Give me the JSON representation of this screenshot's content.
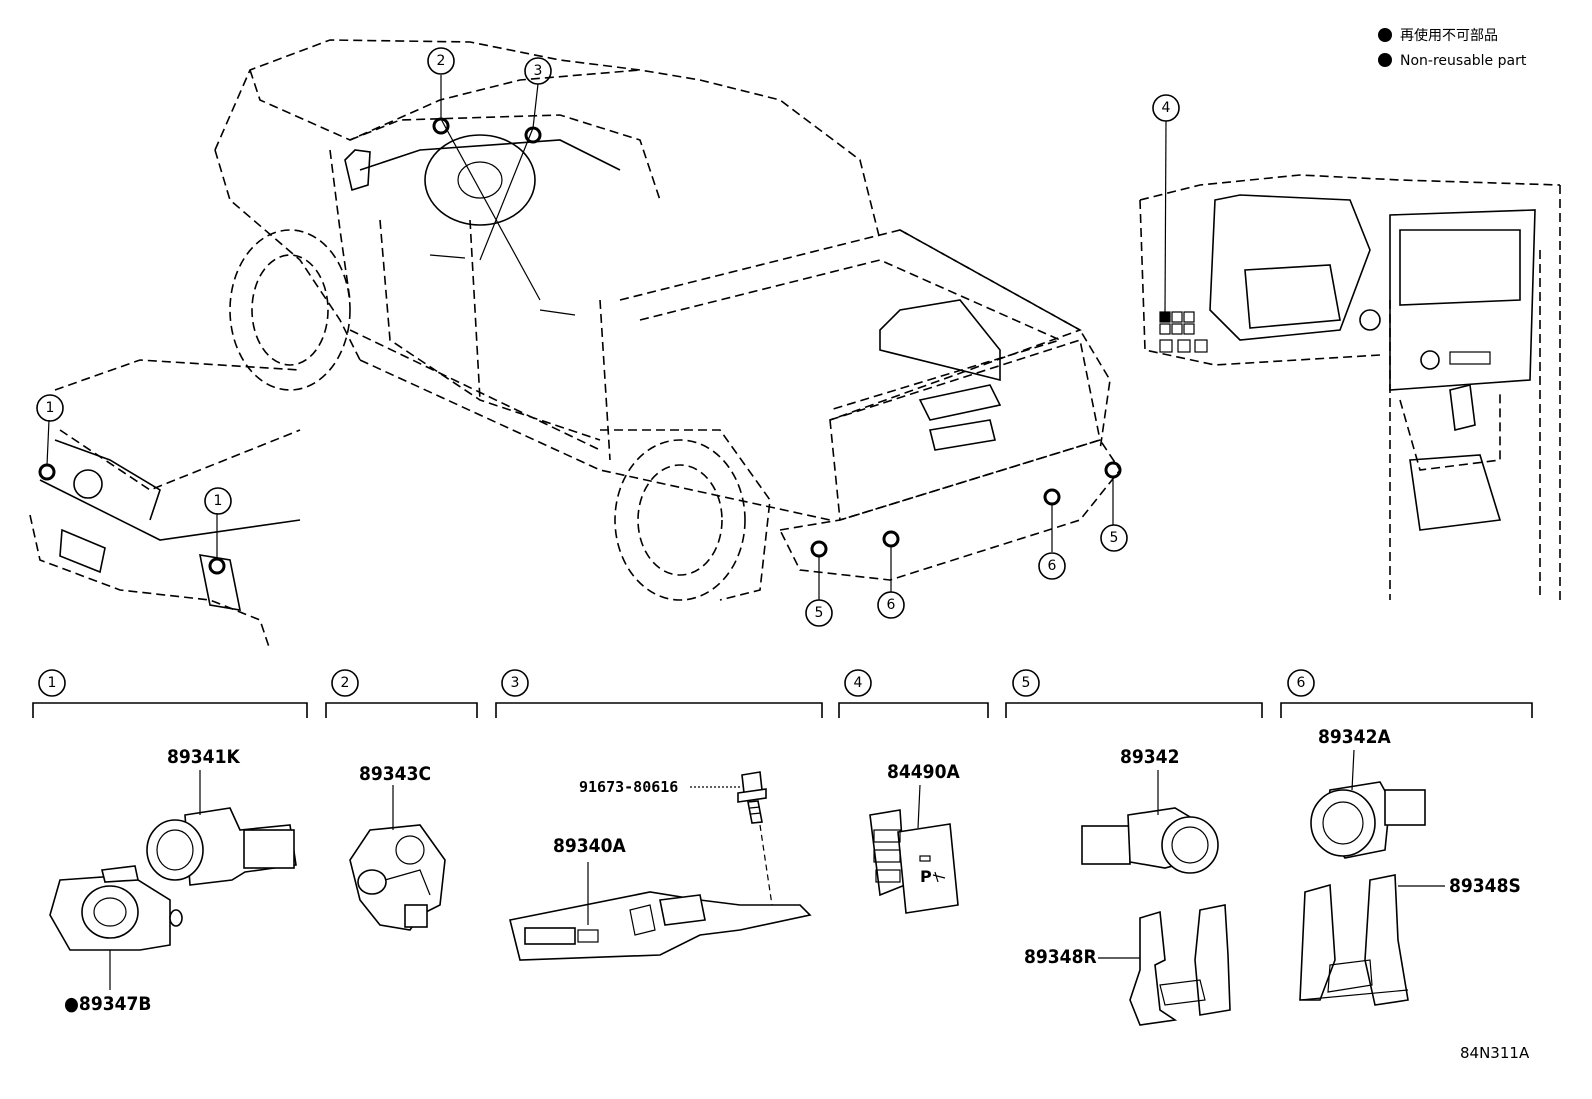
{
  "legend": {
    "jp": "再使用不可部品",
    "en": "Non-reusable part"
  },
  "callouts": [
    "1",
    "2",
    "3",
    "4",
    "5",
    "6"
  ],
  "groups": [
    {
      "num": "1",
      "parts": [
        "89341K",
        "89347B"
      ]
    },
    {
      "num": "2",
      "parts": [
        "89343C"
      ]
    },
    {
      "num": "3",
      "parts": [
        "91673-80616",
        "89340A"
      ]
    },
    {
      "num": "4",
      "parts": [
        "84490A"
      ]
    },
    {
      "num": "5",
      "parts": [
        "89342",
        "89348R"
      ]
    },
    {
      "num": "6",
      "parts": [
        "89342A",
        "89348S"
      ]
    }
  ],
  "switch_icon_text": "P",
  "non_reusable_marker": "●",
  "diagram_code": "84N311A"
}
